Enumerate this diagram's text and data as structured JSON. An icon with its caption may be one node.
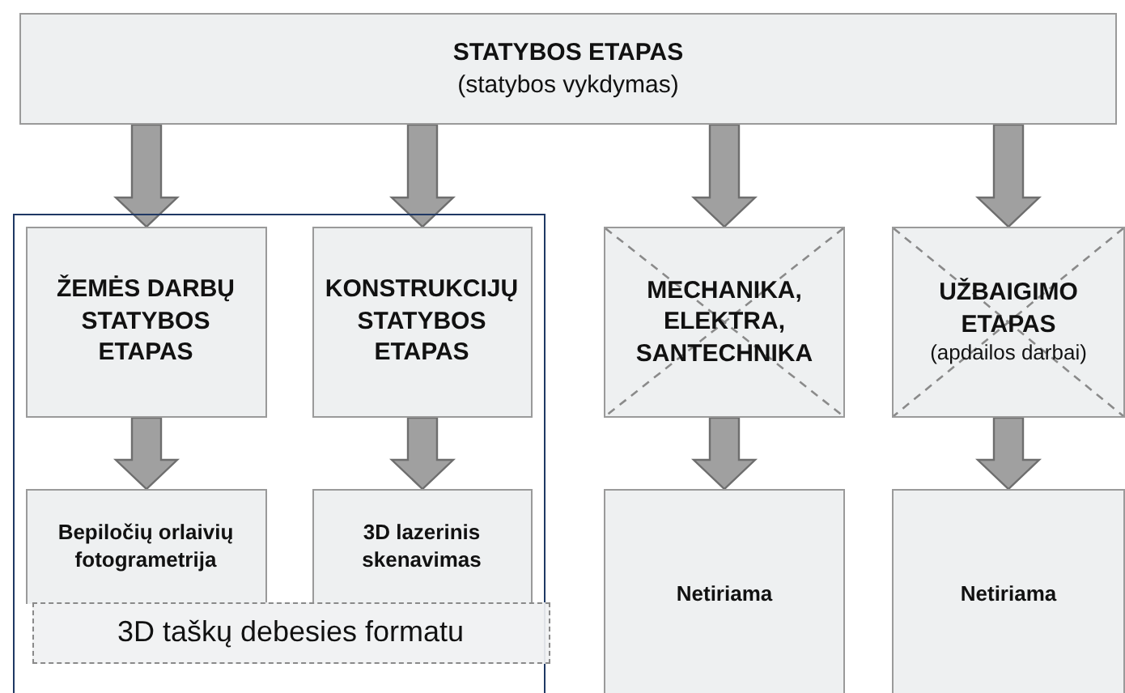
{
  "diagram": {
    "nodes": [
      {
        "text": [
          "STATYBOS ETAPAS",
          "(statybos vykdymas)"
        ]
      },
      {
        "text": [],
        "shape": "box"
      },
      {
        "text": [
          "ŽEMĖS DARBŲ STATYBOS ETAPAS"
        ],
        "in": 1
      },
      {
        "text": [
          "KONSTRUKCIJŲ STATYBOS ETAPAS"
        ],
        "in": 1
      },
      {
        "text": [
          "MECHANIKA, ELEKTRA, SANTECHNIKA"
        ]
      },
      {
        "text": [
          "UŽBAIGIMO ETAPAS",
          "(apdailos darbai)"
        ]
      },
      {
        "text": [
          "Bepiločių orlaivių fotogrametrija"
        ],
        "in": 1
      },
      {
        "text": [
          "3D lazerinis skenavimas"
        ],
        "in": 1
      },
      {
        "text": [
          "Netiriama"
        ]
      },
      {
        "text": [
          "Netiriama"
        ]
      },
      {
        "text": [
          "3D taškų debesies formatu"
        ],
        "in": 1
      }
    ],
    "edges": [
      {
        "from": 0,
        "to": 2,
        "arrow": "to",
        "style": "thick"
      },
      {
        "from": 0,
        "to": 3,
        "arrow": "to",
        "style": "thick"
      },
      {
        "from": 0,
        "to": 4,
        "arrow": "to",
        "style": "thick"
      },
      {
        "from": 0,
        "to": 5,
        "arrow": "to",
        "style": "thick"
      },
      {
        "from": 2,
        "to": 6,
        "arrow": "to",
        "style": "thick"
      },
      {
        "from": 3,
        "to": 7,
        "arrow": "to",
        "style": "thick"
      },
      {
        "from": 4,
        "to": 8,
        "arrow": "to",
        "style": "thick"
      },
      {
        "from": 5,
        "to": 9,
        "arrow": "to",
        "style": "thick"
      }
    ]
  }
}
